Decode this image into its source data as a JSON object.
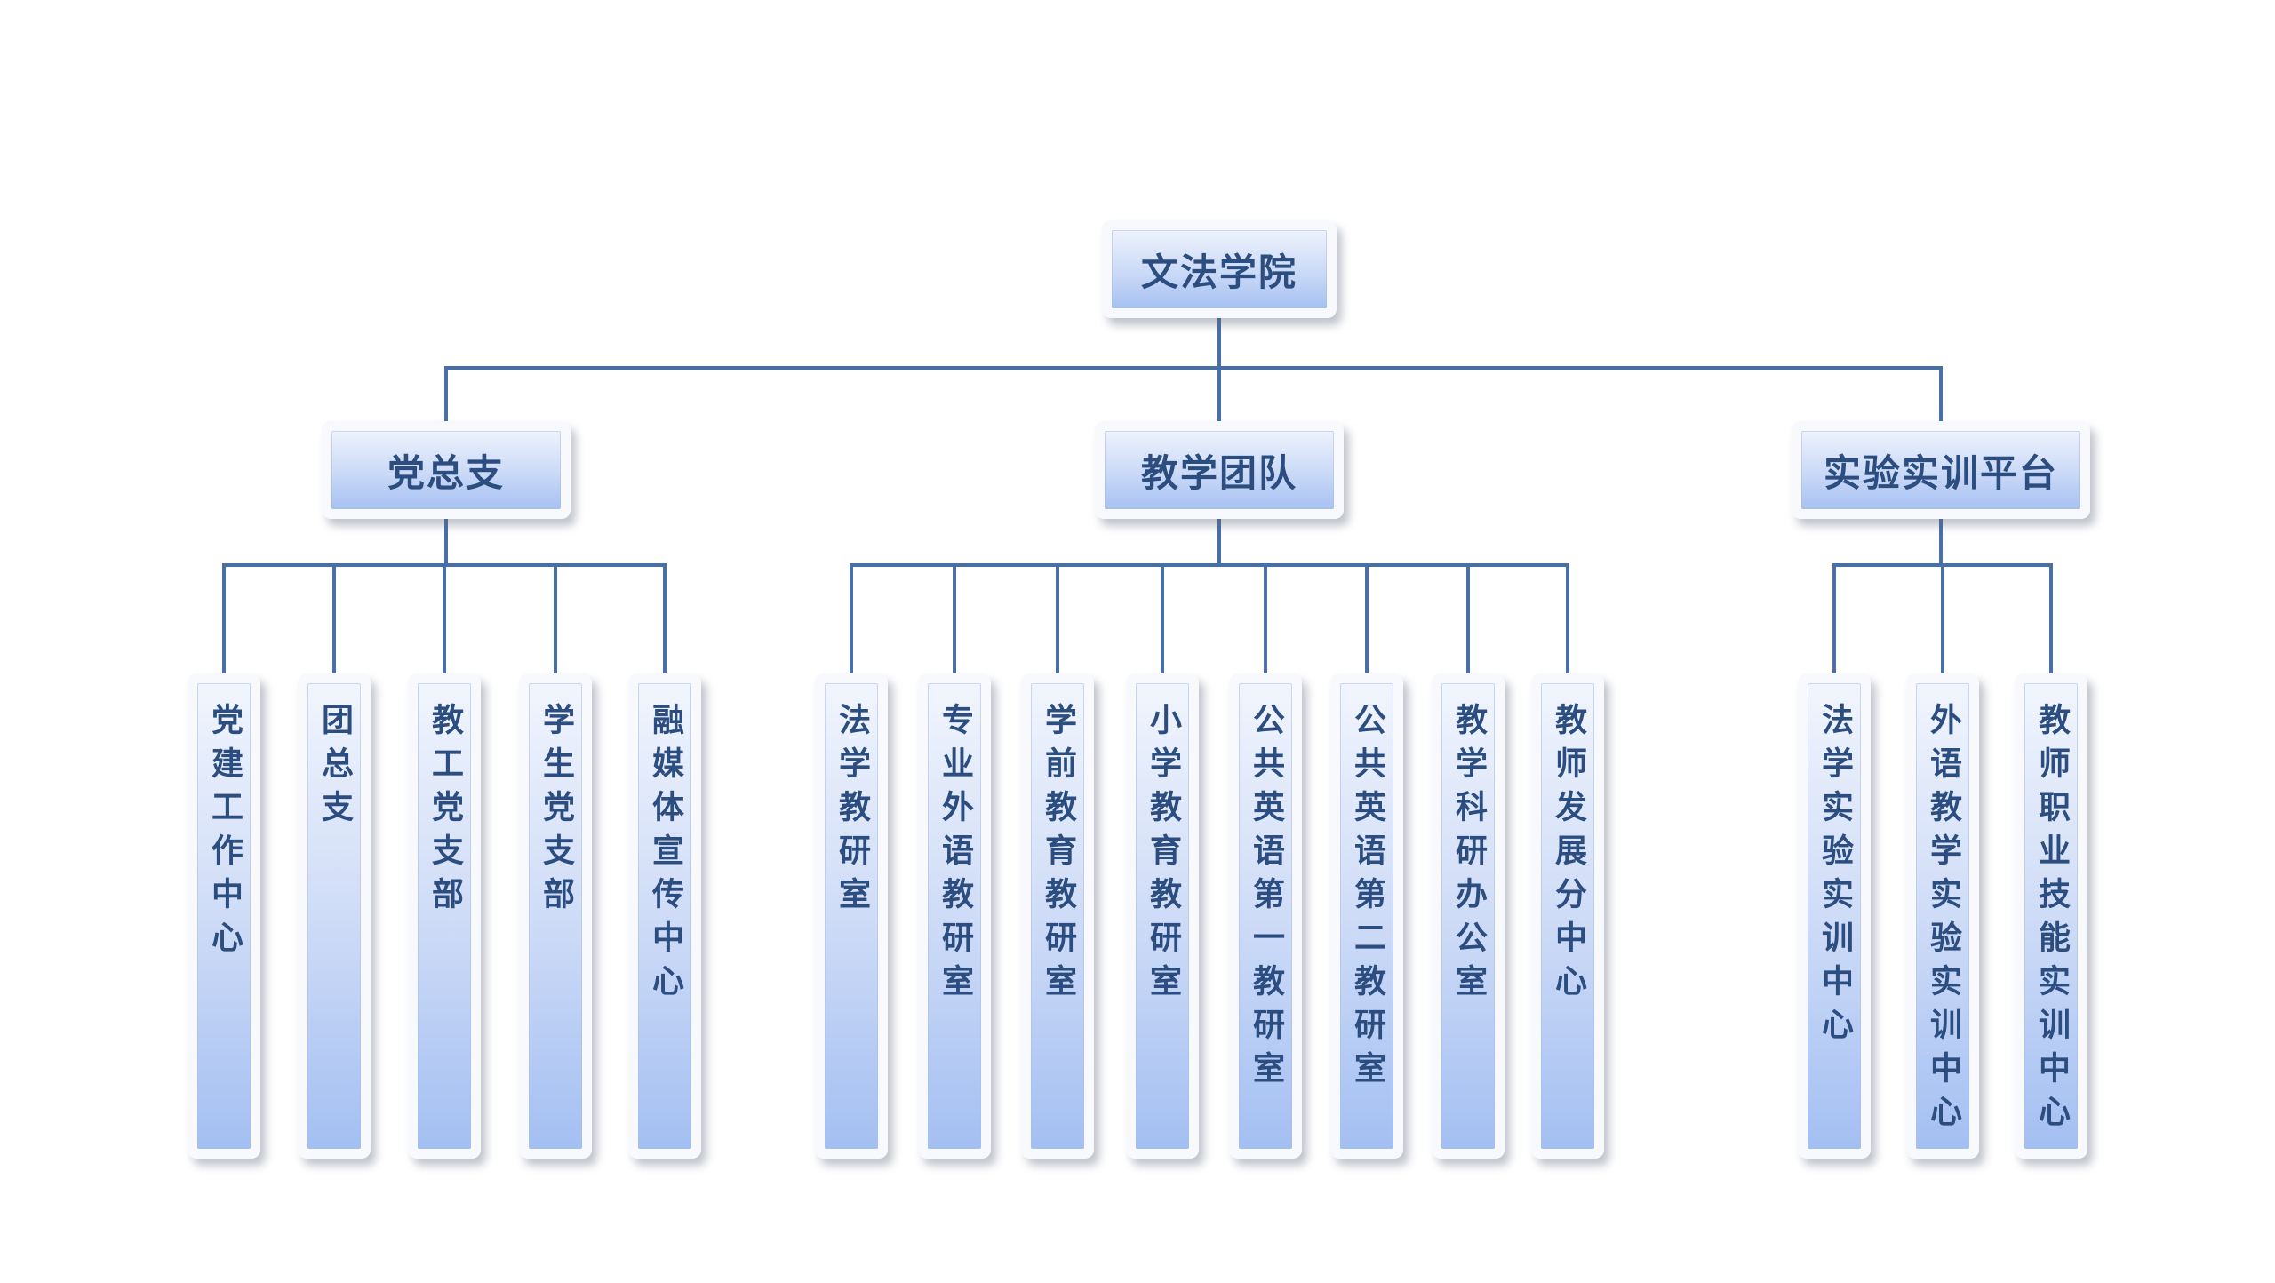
{
  "diagram": {
    "root": {
      "label": "文法学院",
      "children": [
        {
          "label": "党总支",
          "children": [
            "党建工作中心",
            "团总支",
            "教工党支部",
            "学生党支部",
            "融媒体宣传中心"
          ]
        },
        {
          "label": "教学团队",
          "children": [
            "法学教研室",
            "专业外语教研室",
            "学前教育教研室",
            "小学教育教研室",
            "公共英语第一教研室",
            "公共英语第二教研室",
            "教学科研办公室",
            "教师发展分中心"
          ]
        },
        {
          "label": "实验实训平台",
          "children": [
            "法学实验实训中心",
            "外语教学实验实训中心",
            "教师职业技能实训中心"
          ]
        }
      ]
    },
    "colors": {
      "connector": "#4a6fa5",
      "text": "#2b4d80",
      "box_top": "#eef3fc",
      "box_bottom": "#a6c1f2"
    }
  }
}
